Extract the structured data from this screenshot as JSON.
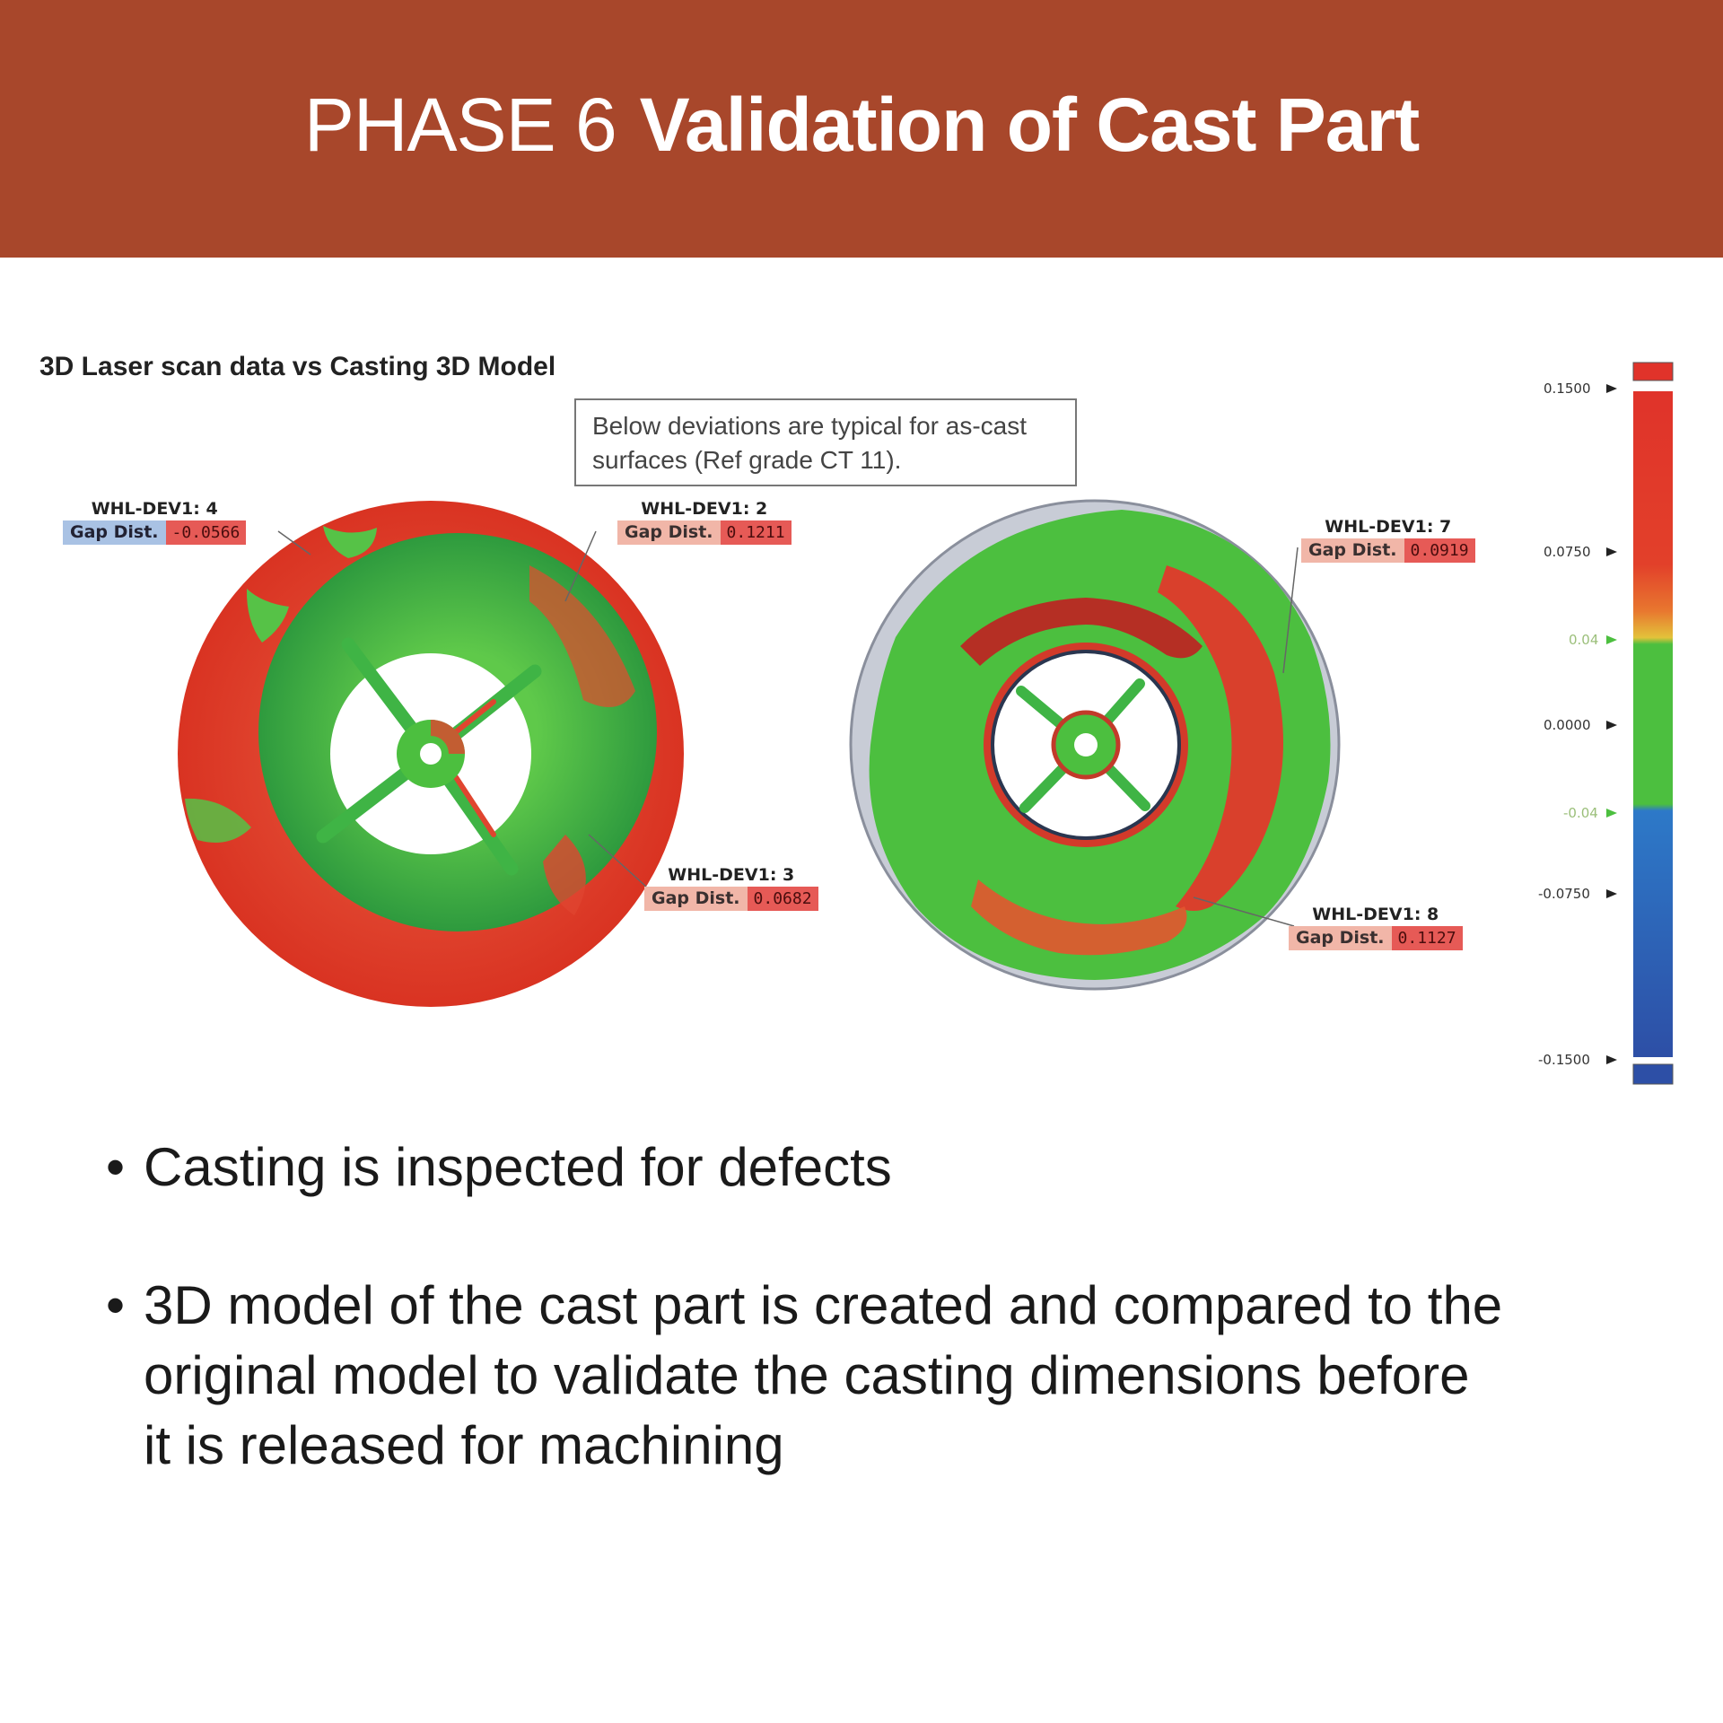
{
  "header": {
    "phase_label": "PHASE 6",
    "title": "Validation of Cast Part",
    "background_color": "#a8472b"
  },
  "figure": {
    "title": "3D Laser scan data vs Casting 3D Model",
    "note_line1": "Below deviations are typical for as-cast",
    "note_line2": "surfaces (Ref grade CT 11).",
    "callouts": [
      {
        "name": "WHL-DEV1: 4",
        "label": "Gap Dist.",
        "value": "-0.0566",
        "sign": "neg"
      },
      {
        "name": "WHL-DEV1: 2",
        "label": "Gap Dist.",
        "value": "0.1211",
        "sign": "pos"
      },
      {
        "name": "WHL-DEV1: 3",
        "label": "Gap Dist.",
        "value": "0.0682",
        "sign": "pos"
      },
      {
        "name": "WHL-DEV1: 7",
        "label": "Gap Dist.",
        "value": "0.0919",
        "sign": "pos"
      },
      {
        "name": "WHL-DEV1: 8",
        "label": "Gap Dist.",
        "value": "0.1127",
        "sign": "pos"
      }
    ],
    "color_scale": {
      "labels": [
        "0.1500",
        "0.0750",
        "0.04",
        "0.0000",
        "-0.04",
        "-0.0750",
        "-0.1500"
      ],
      "colors": {
        "high": "#e0332a",
        "tolerance": "#4cbf3f",
        "low": "#2d4fa6"
      }
    }
  },
  "bullets": [
    {
      "dot": "•",
      "text": "Casting is inspected for defects"
    },
    {
      "dot": "•",
      "text_line1": "3D model of the cast part is created and compared to the",
      "text_line2": "original model to validate the casting dimensions before",
      "text_line3": "it is released for machining"
    }
  ]
}
